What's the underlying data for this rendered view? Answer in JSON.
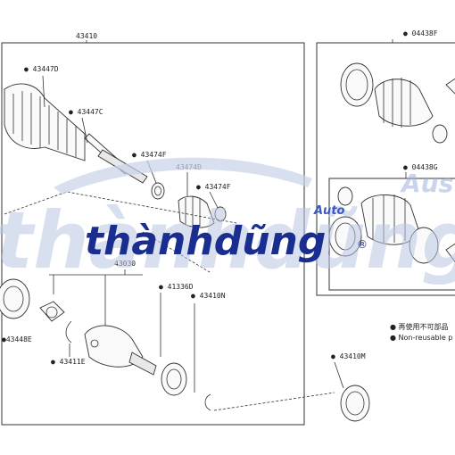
{
  "diagram": {
    "labels": {
      "assembly": "43410",
      "boot_kit": "04438F",
      "boot_kit_inner": "04438G",
      "clamp_outer": "43447D",
      "clamp_mid": "43447C",
      "clamp_a": "43474F",
      "boot": "43474D",
      "clamp_b": "43474F",
      "joint": "43030",
      "ring_a": "41336D",
      "seal_a": "43410N",
      "dust_cover": "43448E",
      "snap_ring": "43411E",
      "seal_b": "43410M"
    },
    "legend": {
      "line1": "再使用不可部品",
      "line2": "Non-reusable p"
    }
  },
  "watermark": {
    "brand": "thànhdũng",
    "brand_small": "Auto",
    "registered": "®",
    "brand_right": "Aus"
  }
}
